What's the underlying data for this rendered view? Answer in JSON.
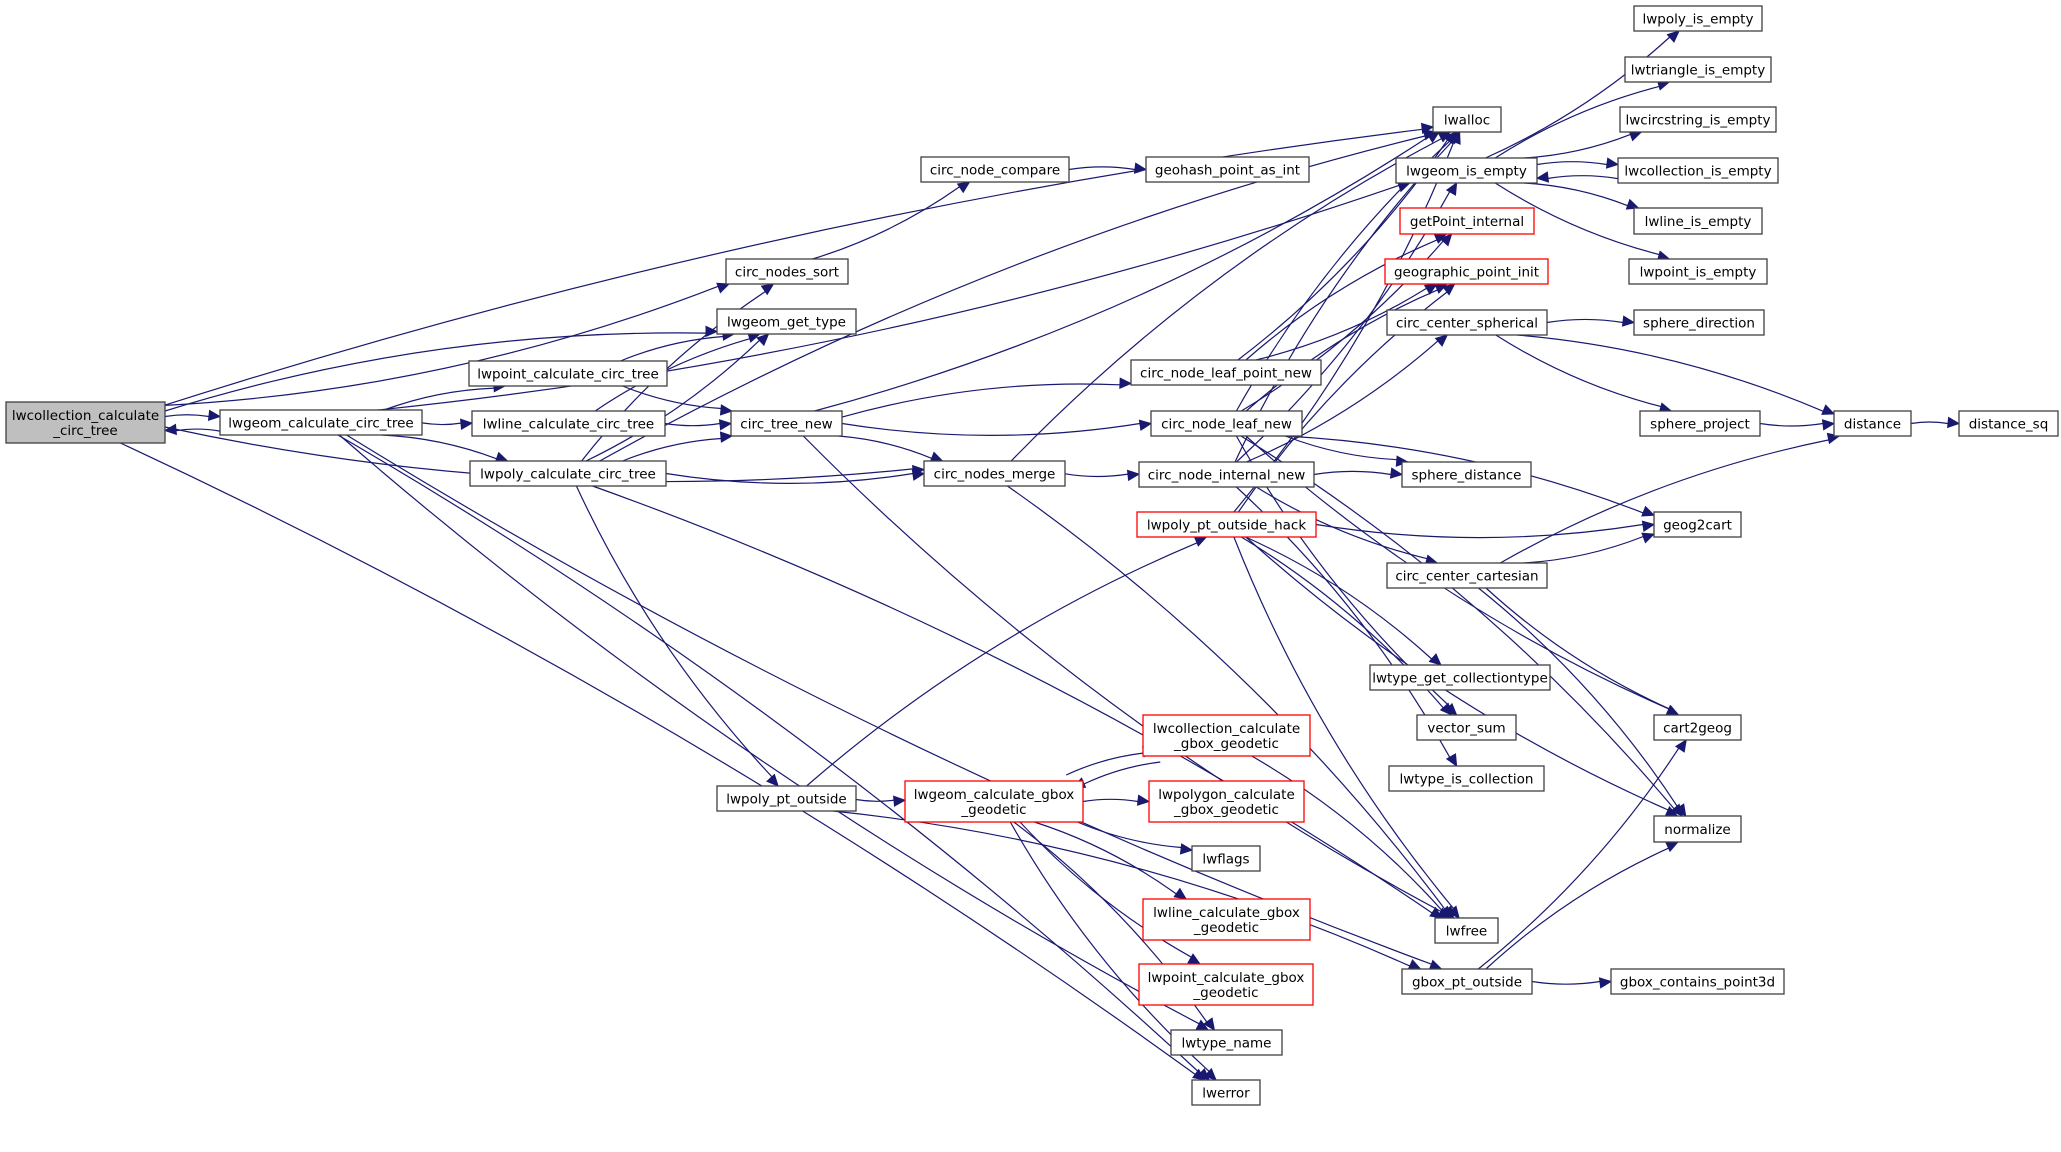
{
  "graph": {
    "type": "call-graph",
    "root": "lwcollection_calculate_circ_tree",
    "colors": {
      "edge": "#191970",
      "node_border": "#404040",
      "truncated_border": "#ff0000",
      "root_fill": "#bfbfbf"
    },
    "nodes": [
      {
        "id": "lwcollection_calculate_circ_tree",
        "lines": [
          "lwcollection_calculate",
          "_circ_tree"
        ],
        "root": true
      },
      {
        "id": "lwgeom_calculate_circ_tree",
        "lines": [
          "lwgeom_calculate_circ_tree"
        ]
      },
      {
        "id": "lwpoint_calculate_circ_tree",
        "lines": [
          "lwpoint_calculate_circ_tree"
        ]
      },
      {
        "id": "lwline_calculate_circ_tree",
        "lines": [
          "lwline_calculate_circ_tree"
        ]
      },
      {
        "id": "lwpoly_calculate_circ_tree",
        "lines": [
          "lwpoly_calculate_circ_tree"
        ]
      },
      {
        "id": "circ_nodes_sort",
        "lines": [
          "circ_nodes_sort"
        ]
      },
      {
        "id": "lwgeom_get_type",
        "lines": [
          "lwgeom_get_type"
        ]
      },
      {
        "id": "circ_tree_new",
        "lines": [
          "circ_tree_new"
        ]
      },
      {
        "id": "circ_nodes_merge",
        "lines": [
          "circ_nodes_merge"
        ]
      },
      {
        "id": "lwpoly_pt_outside",
        "lines": [
          "lwpoly_pt_outside"
        ]
      },
      {
        "id": "circ_node_compare",
        "lines": [
          "circ_node_compare"
        ]
      },
      {
        "id": "geohash_point_as_int",
        "lines": [
          "geohash_point_as_int"
        ]
      },
      {
        "id": "circ_node_leaf_point_new",
        "lines": [
          "circ_node_leaf_point_new"
        ]
      },
      {
        "id": "circ_node_leaf_new",
        "lines": [
          "circ_node_leaf_new"
        ]
      },
      {
        "id": "circ_node_internal_new",
        "lines": [
          "circ_node_internal_new"
        ]
      },
      {
        "id": "lwpoly_pt_outside_hack",
        "lines": [
          "lwpoly_pt_outside_hack"
        ],
        "truncated": true
      },
      {
        "id": "lwgeom_calculate_gbox_geodetic",
        "lines": [
          "lwgeom_calculate_gbox",
          "_geodetic"
        ],
        "truncated": true
      },
      {
        "id": "lwcollection_calculate_gbox_geodetic",
        "lines": [
          "lwcollection_calculate",
          "_gbox_geodetic"
        ],
        "truncated": true
      },
      {
        "id": "lwpolygon_calculate_gbox_geodetic",
        "lines": [
          "lwpolygon_calculate",
          "_gbox_geodetic"
        ],
        "truncated": true
      },
      {
        "id": "lwflags",
        "lines": [
          "lwflags"
        ]
      },
      {
        "id": "lwline_calculate_gbox_geodetic",
        "lines": [
          "lwline_calculate_gbox",
          "_geodetic"
        ],
        "truncated": true
      },
      {
        "id": "lwpoint_calculate_gbox_geodetic",
        "lines": [
          "lwpoint_calculate_gbox",
          "_geodetic"
        ],
        "truncated": true
      },
      {
        "id": "lwtype_name",
        "lines": [
          "lwtype_name"
        ]
      },
      {
        "id": "lwerror",
        "lines": [
          "lwerror"
        ]
      },
      {
        "id": "lwalloc",
        "lines": [
          "lwalloc"
        ]
      },
      {
        "id": "lwgeom_is_empty",
        "lines": [
          "lwgeom_is_empty"
        ]
      },
      {
        "id": "getPoint_internal",
        "lines": [
          "getPoint_internal"
        ],
        "truncated": true
      },
      {
        "id": "geographic_point_init",
        "lines": [
          "geographic_point_init"
        ],
        "truncated": true
      },
      {
        "id": "circ_center_spherical",
        "lines": [
          "circ_center_spherical"
        ]
      },
      {
        "id": "sphere_distance",
        "lines": [
          "sphere_distance"
        ]
      },
      {
        "id": "circ_center_cartesian",
        "lines": [
          "circ_center_cartesian"
        ]
      },
      {
        "id": "lwtype_get_collectiontype",
        "lines": [
          "lwtype_get_collectiontype"
        ]
      },
      {
        "id": "vector_sum",
        "lines": [
          "vector_sum"
        ]
      },
      {
        "id": "lwtype_is_collection",
        "lines": [
          "lwtype_is_collection"
        ]
      },
      {
        "id": "lwfree",
        "lines": [
          "lwfree"
        ]
      },
      {
        "id": "gbox_pt_outside",
        "lines": [
          "gbox_pt_outside"
        ]
      },
      {
        "id": "lwpoly_is_empty",
        "lines": [
          "lwpoly_is_empty"
        ]
      },
      {
        "id": "lwtriangle_is_empty",
        "lines": [
          "lwtriangle_is_empty"
        ]
      },
      {
        "id": "lwcircstring_is_empty",
        "lines": [
          "lwcircstring_is_empty"
        ]
      },
      {
        "id": "lwcollection_is_empty",
        "lines": [
          "lwcollection_is_empty"
        ]
      },
      {
        "id": "lwline_is_empty",
        "lines": [
          "lwline_is_empty"
        ]
      },
      {
        "id": "lwpoint_is_empty",
        "lines": [
          "lwpoint_is_empty"
        ]
      },
      {
        "id": "sphere_direction",
        "lines": [
          "sphere_direction"
        ]
      },
      {
        "id": "sphere_project",
        "lines": [
          "sphere_project"
        ]
      },
      {
        "id": "distance",
        "lines": [
          "distance"
        ]
      },
      {
        "id": "distance_sq",
        "lines": [
          "distance_sq"
        ]
      },
      {
        "id": "geog2cart",
        "lines": [
          "geog2cart"
        ]
      },
      {
        "id": "cart2geog",
        "lines": [
          "cart2geog"
        ]
      },
      {
        "id": "normalize",
        "lines": [
          "normalize"
        ]
      },
      {
        "id": "gbox_contains_point3d",
        "lines": [
          "gbox_contains_point3d"
        ]
      }
    ],
    "edges": [
      [
        "lwcollection_calculate_circ_tree",
        "lwgeom_calculate_circ_tree"
      ],
      [
        "lwgeom_calculate_circ_tree",
        "lwcollection_calculate_circ_tree"
      ],
      [
        "lwcollection_calculate_circ_tree",
        "lwalloc"
      ],
      [
        "lwcollection_calculate_circ_tree",
        "circ_nodes_sort"
      ],
      [
        "lwcollection_calculate_circ_tree",
        "lwgeom_get_type"
      ],
      [
        "lwcollection_calculate_circ_tree",
        "circ_nodes_merge"
      ],
      [
        "lwcollection_calculate_circ_tree",
        "lwerror"
      ],
      [
        "lwgeom_calculate_circ_tree",
        "lwgeom_is_empty"
      ],
      [
        "lwgeom_calculate_circ_tree",
        "lwpoint_calculate_circ_tree"
      ],
      [
        "lwgeom_calculate_circ_tree",
        "lwline_calculate_circ_tree"
      ],
      [
        "lwgeom_calculate_circ_tree",
        "lwpoly_calculate_circ_tree"
      ],
      [
        "lwgeom_calculate_circ_tree",
        "lwtype_name"
      ],
      [
        "lwgeom_calculate_circ_tree",
        "lwerror"
      ],
      [
        "lwgeom_calculate_circ_tree",
        "gbox_pt_outside"
      ],
      [
        "lwpoint_calculate_circ_tree",
        "lwgeom_get_type"
      ],
      [
        "lwpoint_calculate_circ_tree",
        "circ_tree_new"
      ],
      [
        "lwline_calculate_circ_tree",
        "lwgeom_get_type"
      ],
      [
        "lwline_calculate_circ_tree",
        "circ_tree_new"
      ],
      [
        "lwpoly_calculate_circ_tree",
        "circ_nodes_sort"
      ],
      [
        "lwpoly_calculate_circ_tree",
        "lwgeom_get_type"
      ],
      [
        "lwpoly_calculate_circ_tree",
        "circ_tree_new"
      ],
      [
        "lwpoly_calculate_circ_tree",
        "circ_nodes_merge"
      ],
      [
        "lwpoly_calculate_circ_tree",
        "lwalloc"
      ],
      [
        "lwpoly_calculate_circ_tree",
        "lwpoly_pt_outside"
      ],
      [
        "lwpoly_calculate_circ_tree",
        "lwfree"
      ],
      [
        "circ_nodes_sort",
        "circ_node_compare"
      ],
      [
        "circ_node_compare",
        "geohash_point_as_int"
      ],
      [
        "circ_tree_new",
        "lwalloc"
      ],
      [
        "circ_tree_new",
        "circ_node_leaf_point_new"
      ],
      [
        "circ_tree_new",
        "circ_node_leaf_new"
      ],
      [
        "circ_tree_new",
        "circ_nodes_merge"
      ],
      [
        "circ_tree_new",
        "lwfree"
      ],
      [
        "circ_nodes_merge",
        "lwalloc"
      ],
      [
        "circ_nodes_merge",
        "circ_node_internal_new"
      ],
      [
        "circ_nodes_merge",
        "lwfree"
      ],
      [
        "circ_node_leaf_point_new",
        "lwalloc"
      ],
      [
        "circ_node_leaf_point_new",
        "getPoint_internal"
      ],
      [
        "circ_node_leaf_point_new",
        "geographic_point_init"
      ],
      [
        "circ_node_leaf_new",
        "lwalloc"
      ],
      [
        "circ_node_leaf_new",
        "getPoint_internal"
      ],
      [
        "circ_node_leaf_new",
        "geographic_point_init"
      ],
      [
        "circ_node_leaf_new",
        "sphere_distance"
      ],
      [
        "circ_node_leaf_new",
        "geog2cart"
      ],
      [
        "circ_node_leaf_new",
        "vector_sum"
      ],
      [
        "circ_node_leaf_new",
        "normalize"
      ],
      [
        "circ_node_leaf_new",
        "cart2geog"
      ],
      [
        "circ_node_internal_new",
        "lwalloc"
      ],
      [
        "circ_node_internal_new",
        "circ_center_spherical"
      ],
      [
        "circ_node_internal_new",
        "sphere_distance"
      ],
      [
        "circ_node_internal_new",
        "circ_center_cartesian"
      ],
      [
        "circ_node_internal_new",
        "lwtype_is_collection"
      ],
      [
        "circ_node_internal_new",
        "lwgeom_is_empty"
      ],
      [
        "lwpoly_pt_outside",
        "lwpoly_pt_outside_hack"
      ],
      [
        "lwpoly_pt_outside",
        "lwgeom_calculate_gbox_geodetic"
      ],
      [
        "lwpoly_pt_outside",
        "gbox_pt_outside"
      ],
      [
        "lwpoly_pt_outside_hack",
        "lwalloc"
      ],
      [
        "lwpoly_pt_outside_hack",
        "geographic_point_init"
      ],
      [
        "lwpoly_pt_outside_hack",
        "geog2cart"
      ],
      [
        "lwpoly_pt_outside_hack",
        "vector_sum"
      ],
      [
        "lwpoly_pt_outside_hack",
        "normalize"
      ],
      [
        "lwpoly_pt_outside_hack",
        "lwtype_get_collectiontype"
      ],
      [
        "lwpoly_pt_outside_hack",
        "lwfree"
      ],
      [
        "lwgeom_calculate_gbox_geodetic",
        "lwcollection_calculate_gbox_geodetic"
      ],
      [
        "lwcollection_calculate_gbox_geodetic",
        "lwgeom_calculate_gbox_geodetic"
      ],
      [
        "lwgeom_calculate_gbox_geodetic",
        "lwpolygon_calculate_gbox_geodetic"
      ],
      [
        "lwgeom_calculate_gbox_geodetic",
        "lwflags"
      ],
      [
        "lwgeom_calculate_gbox_geodetic",
        "lwline_calculate_gbox_geodetic"
      ],
      [
        "lwgeom_calculate_gbox_geodetic",
        "lwpoint_calculate_gbox_geodetic"
      ],
      [
        "lwgeom_calculate_gbox_geodetic",
        "lwtype_name"
      ],
      [
        "lwgeom_calculate_gbox_geodetic",
        "lwerror"
      ],
      [
        "lwcollection_calculate_gbox_geodetic",
        "lwfree"
      ],
      [
        "lwgeom_is_empty",
        "lwpoly_is_empty"
      ],
      [
        "lwgeom_is_empty",
        "lwtriangle_is_empty"
      ],
      [
        "lwgeom_is_empty",
        "lwcircstring_is_empty"
      ],
      [
        "lwgeom_is_empty",
        "lwcollection_is_empty"
      ],
      [
        "lwcollection_is_empty",
        "lwgeom_is_empty"
      ],
      [
        "lwgeom_is_empty",
        "lwline_is_empty"
      ],
      [
        "lwgeom_is_empty",
        "lwpoint_is_empty"
      ],
      [
        "circ_center_spherical",
        "sphere_direction"
      ],
      [
        "circ_center_spherical",
        "sphere_project"
      ],
      [
        "circ_center_spherical",
        "distance"
      ],
      [
        "sphere_project",
        "distance"
      ],
      [
        "distance",
        "distance_sq"
      ],
      [
        "circ_center_cartesian",
        "geog2cart"
      ],
      [
        "circ_center_cartesian",
        "distance"
      ],
      [
        "circ_center_cartesian",
        "cart2geog"
      ],
      [
        "circ_center_cartesian",
        "normalize"
      ],
      [
        "gbox_pt_outside",
        "cart2geog"
      ],
      [
        "gbox_pt_outside",
        "normalize"
      ],
      [
        "gbox_pt_outside",
        "gbox_contains_point3d"
      ]
    ]
  }
}
